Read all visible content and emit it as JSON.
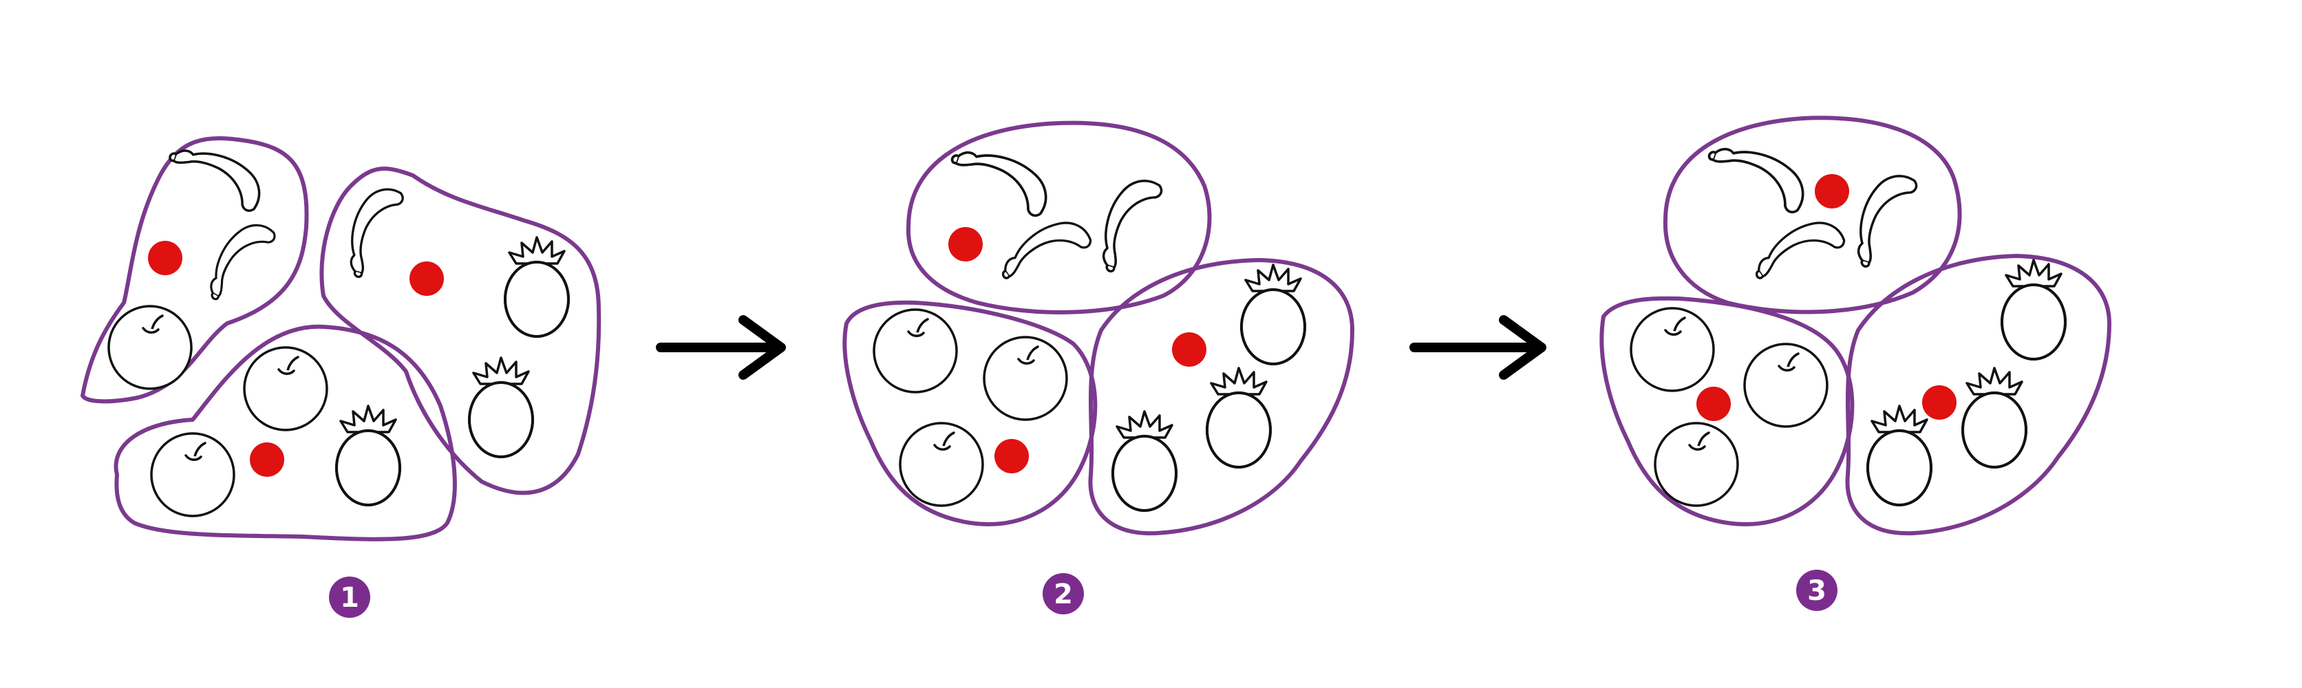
{
  "steps": [
    {
      "badge": "1"
    },
    {
      "badge": "2"
    },
    {
      "badge": "3"
    }
  ],
  "colors": {
    "cluster_outline": "#7b3a8e",
    "centroid": "#e01111",
    "badge_fill": "#7b2d8e",
    "arrow": "#000000",
    "fruit_outline": "#111111"
  },
  "icons": [
    "banana-icon",
    "apple-icon",
    "pineapple-icon",
    "centroid-dot",
    "arrow-right-icon"
  ]
}
